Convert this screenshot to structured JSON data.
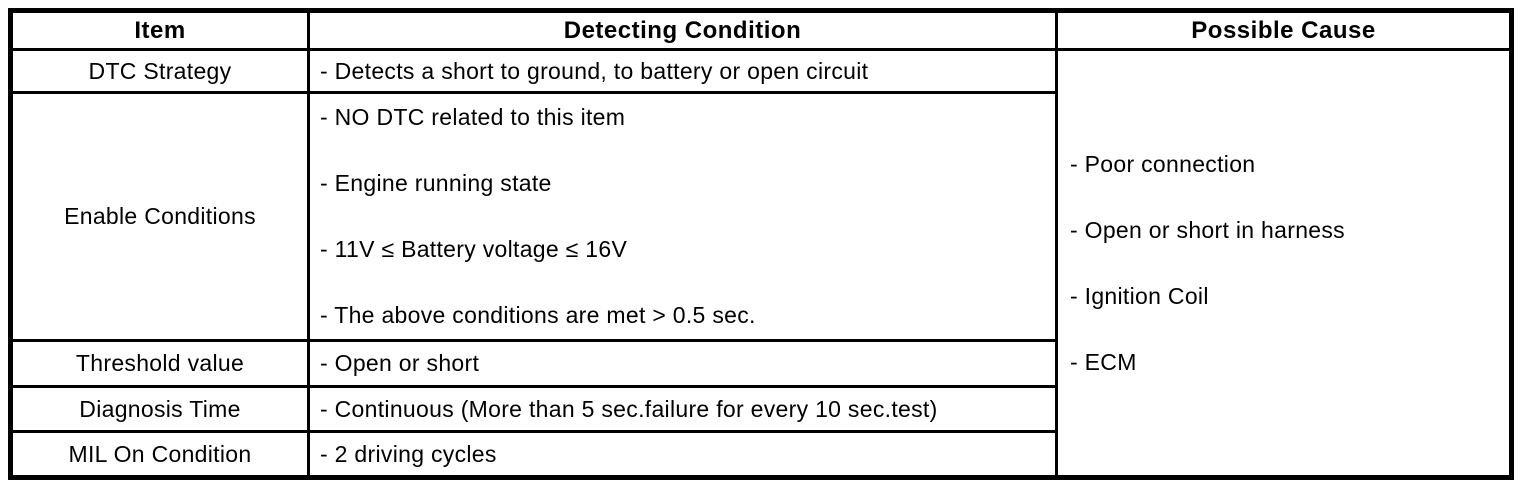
{
  "table": {
    "headers": {
      "item": "Item",
      "detecting_condition": "Detecting Condition",
      "possible_cause": "Possible Cause"
    },
    "rows": [
      {
        "item": "DTC Strategy",
        "conditions": [
          "- Detects a short to ground, to battery or open circuit"
        ]
      },
      {
        "item": "Enable Conditions",
        "conditions": [
          "- NO DTC related to this item",
          "- Engine running state",
          "- 11V ≤ Battery voltage ≤ 16V",
          "- The above conditions are met > 0.5 sec."
        ]
      },
      {
        "item": "Threshold value",
        "conditions": [
          "- Open or short"
        ]
      },
      {
        "item": "Diagnosis Time",
        "conditions": [
          "- Continuous (More than 5 sec.failure for every 10 sec.test)"
        ]
      },
      {
        "item": "MIL On Condition",
        "conditions": [
          "- 2 driving cycles"
        ]
      }
    ],
    "possible_causes": [
      "- Poor connection",
      "- Open or short in harness",
      "- Ignition Coil",
      "- ECM"
    ]
  },
  "colors": {
    "border": "#000000",
    "background": "#ffffff",
    "text": "#000000"
  }
}
